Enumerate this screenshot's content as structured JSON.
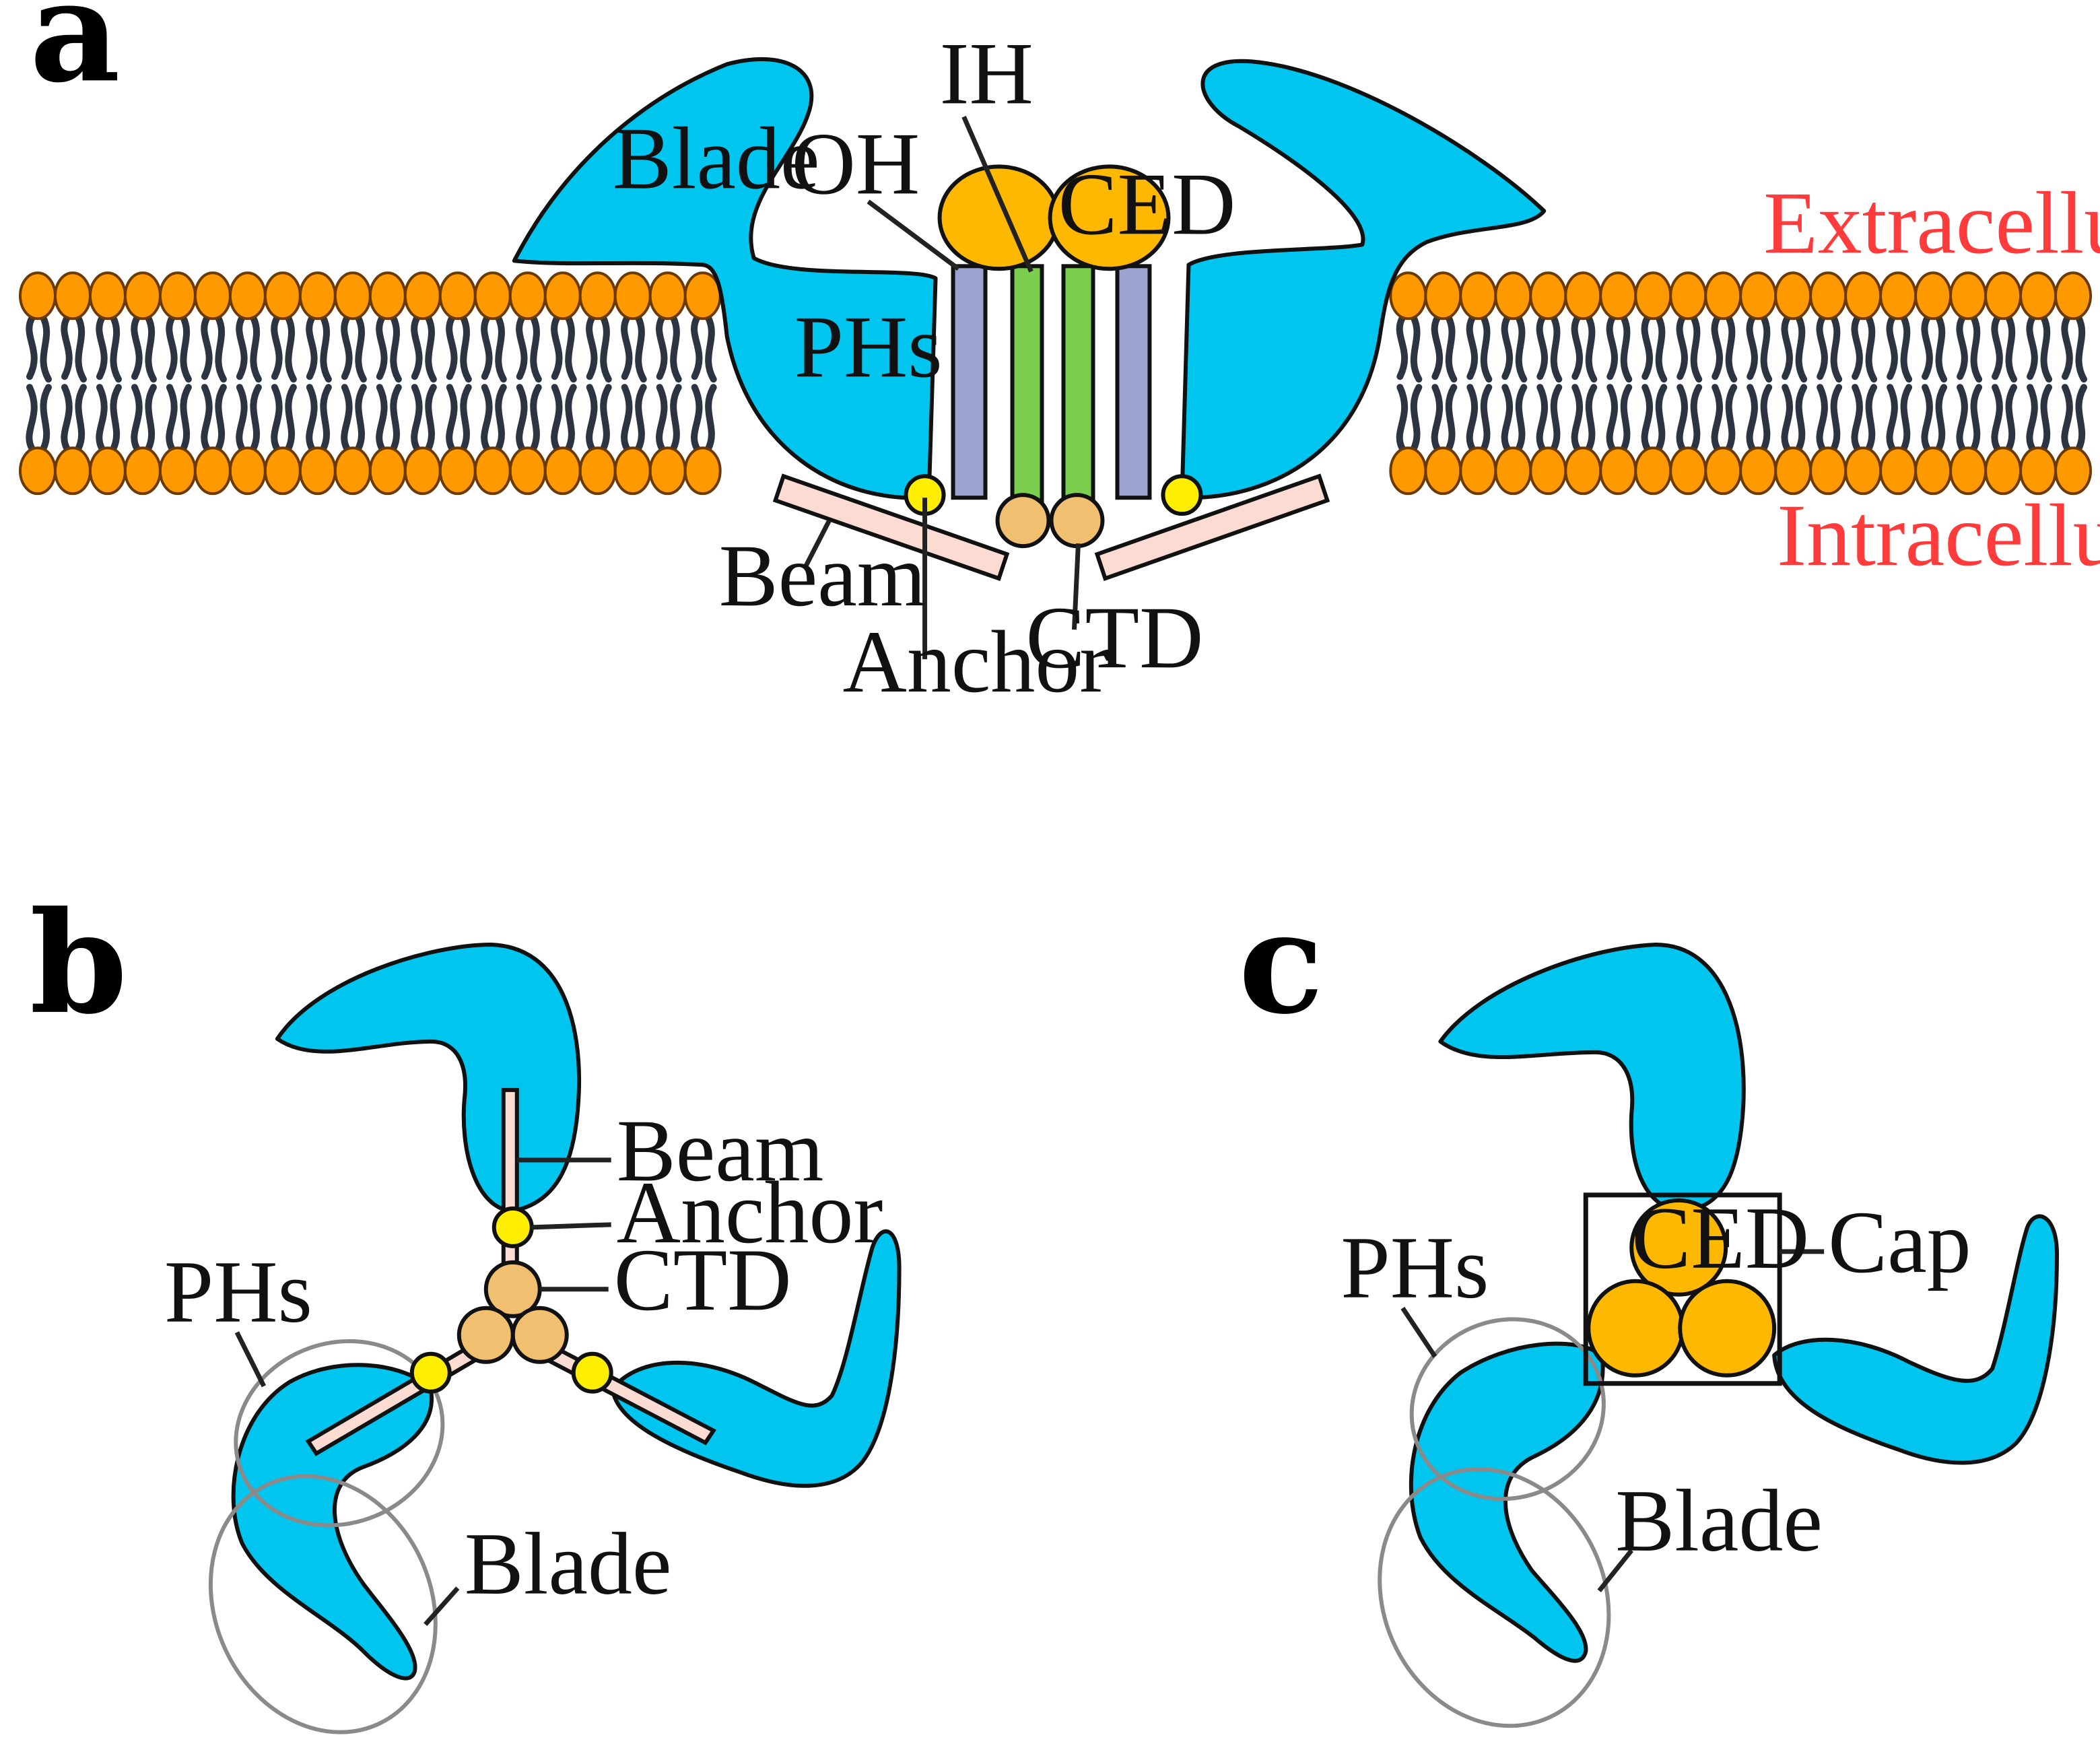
{
  "panels": {
    "a": {
      "letter": "a",
      "labels": {
        "blade": "Blade",
        "oh": "OH",
        "ih": "IH",
        "ced": "CED",
        "phs": "PHs",
        "beam": "Beam",
        "anchor": "Anchor",
        "ctd": "CTD",
        "extracellular": "Extracellular",
        "intracellular": "Intracellular"
      }
    },
    "b": {
      "letter": "b",
      "labels": {
        "beam": "Beam",
        "anchor": "Anchor",
        "ctd": "CTD",
        "phs": "PHs",
        "blade": "Blade"
      }
    },
    "c": {
      "letter": "c",
      "labels": {
        "ced": "CED",
        "cap": "Cap",
        "phs": "PHs",
        "blade": "Blade"
      }
    }
  },
  "colors": {
    "protein_blue": "#00c6ef",
    "lipid_head": "#ff9900",
    "ced": "#ffb800",
    "ctd": "#f0c070",
    "anchor": "#ffee00",
    "beam": "#fcdcd2",
    "outer_helix": "#9da3d0",
    "inner_helix": "#7ccf4e",
    "side_labels": "#ff3b3b"
  }
}
